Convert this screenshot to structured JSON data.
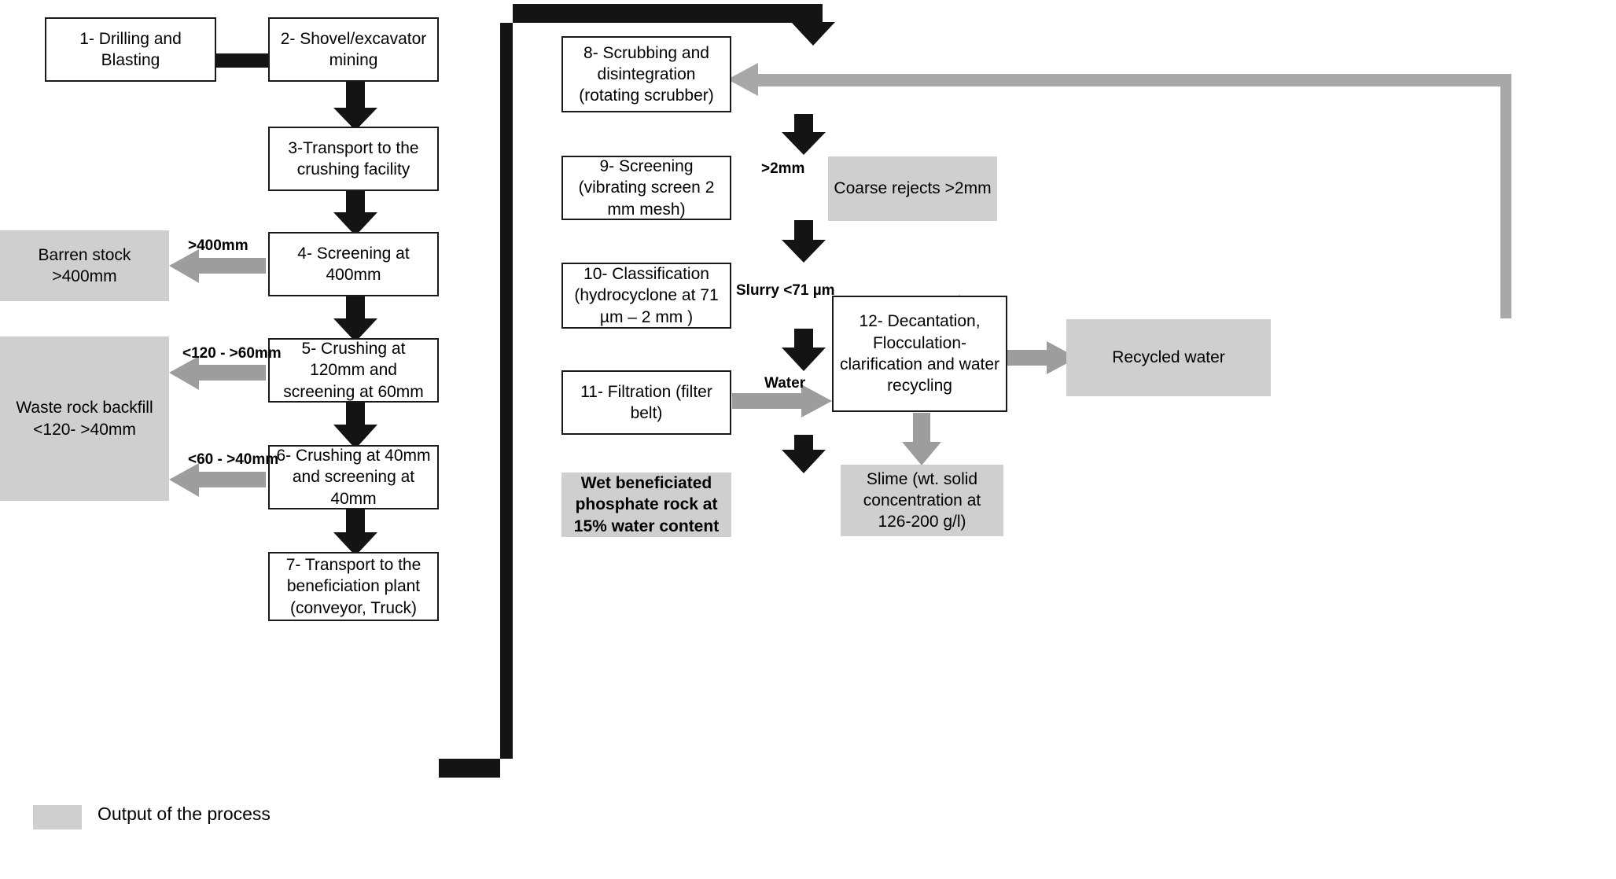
{
  "diagram": {
    "title": "Phosphate rock mining and wet beneficiation process flowchart",
    "colors": {
      "process_box_border": "#1a1a1a",
      "process_box_fill": "#ffffff",
      "output_box_fill": "#cfcfcf",
      "black_arrow": "#141414",
      "gray_arrow": "#9d9d9d"
    },
    "process_nodes": [
      {
        "id": "n1",
        "label": "1- Drilling and Blasting"
      },
      {
        "id": "n2",
        "label": "2- Shovel/excavator mining"
      },
      {
        "id": "n3",
        "label": "3-Transport to the crushing facility"
      },
      {
        "id": "n4",
        "label": "4- Screening at 400mm"
      },
      {
        "id": "n5",
        "label": "5- Crushing at 120mm and screening at 60mm"
      },
      {
        "id": "n6",
        "label": "6- Crushing at 40mm and screening at 40mm"
      },
      {
        "id": "n7",
        "label": "7- Transport to the beneficiation plant (conveyor, Truck)"
      },
      {
        "id": "n8",
        "label": "8- Scrubbing and disintegration (rotating scrubber)"
      },
      {
        "id": "n9",
        "label": "9- Screening (vibrating screen 2 mm mesh)"
      },
      {
        "id": "n10",
        "label": "10- Classification (hydrocyclone at 71 µm – 2 mm )"
      },
      {
        "id": "n11",
        "label": "11- Filtration (filter belt)"
      },
      {
        "id": "n12",
        "label": "12- Decantation, Flocculation-clarification and water recycling"
      }
    ],
    "output_nodes": [
      {
        "id": "o1",
        "label": "Barren stock >400mm"
      },
      {
        "id": "o2",
        "label": "Waste rock backfill <120- >40mm"
      },
      {
        "id": "o3",
        "label": "Coarse rejects >2mm"
      },
      {
        "id": "o4",
        "label": "Recycled water"
      },
      {
        "id": "o5",
        "label": "Wet beneficiated phosphate rock at 15% water content"
      },
      {
        "id": "o6",
        "label": "Slime (wt. solid concentration at 126-200 g/l)"
      }
    ],
    "edge_labels": [
      {
        "id": "e1",
        "text": ">400mm",
        "from": "n4",
        "to": "o1"
      },
      {
        "id": "e2",
        "text": "<120 - >60mm",
        "from": "n5",
        "to": "o2"
      },
      {
        "id": "e3",
        "text": "<60 - >40mm",
        "from": "n6",
        "to": "o2"
      },
      {
        "id": "e4",
        "text": ">2mm",
        "from": "n9",
        "to": "o3"
      },
      {
        "id": "e5",
        "text": "Slurry <71 µm",
        "from": "n10",
        "to": "n12"
      },
      {
        "id": "e6",
        "text": "Water",
        "from": "n11",
        "to": "n12"
      }
    ],
    "legend": {
      "swatch_color": "#cfcfcf",
      "label": "Output of the process"
    }
  }
}
